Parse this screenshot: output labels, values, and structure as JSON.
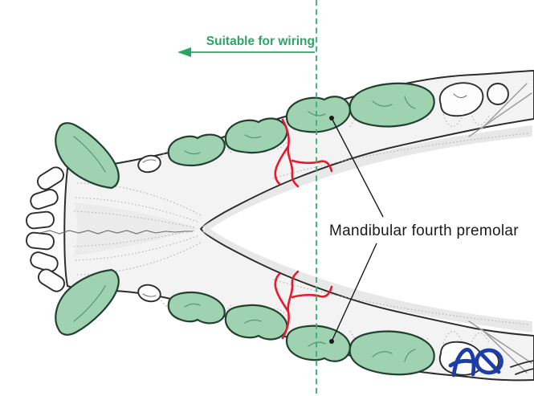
{
  "annotations": {
    "wiring_label": "Suitable for wiring",
    "premolar_label": "Mandibular fourth premolar"
  },
  "logo": {
    "text": "AO"
  },
  "figure": {
    "arrow_direction": "left",
    "boundary_line_style": "dashed-vertical"
  },
  "colors": {
    "accent_green": "#2aa563",
    "dashed_line_green": "#35b071",
    "tooth_green": "#9fd2b1",
    "tooth_outline": "#21402f",
    "fracture_red": "#e8192c",
    "bone_fill": "#f3f3f3",
    "bone_shade": "#e2e2e2",
    "bone_outline": "#2d2d2d",
    "pointer_black": "#1a1a1a",
    "logo_blue": "#1d3da8",
    "background": "#ffffff"
  }
}
